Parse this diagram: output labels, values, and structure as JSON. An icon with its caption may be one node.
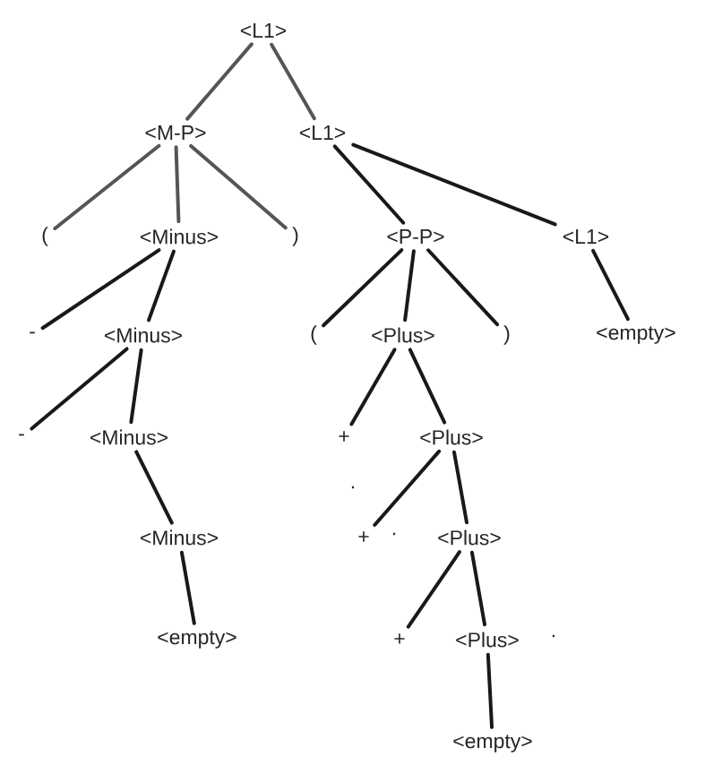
{
  "diagram": {
    "nodes": [
      {
        "text": [
          "<L1>"
        ]
      },
      {
        "text": [
          "<M-P>"
        ]
      },
      {
        "text": [
          "<L1>"
        ]
      },
      {
        "text": [
          "("
        ]
      },
      {
        "text": [
          "<Minus>"
        ]
      },
      {
        "text": [
          ")"
        ]
      },
      {
        "text": [
          "<P-P>"
        ]
      },
      {
        "text": [
          "<L1>"
        ]
      },
      {
        "text": [
          "-"
        ]
      },
      {
        "text": [
          "<Minus>"
        ]
      },
      {
        "text": [
          "("
        ]
      },
      {
        "text": [
          "<Plus>"
        ]
      },
      {
        "text": [
          ")"
        ]
      },
      {
        "text": [
          "<empty>"
        ]
      },
      {
        "text": [
          "-"
        ]
      },
      {
        "text": [
          "<Minus>"
        ]
      },
      {
        "text": [
          "+"
        ]
      },
      {
        "text": [
          "<Plus>"
        ]
      },
      {
        "text": [
          "<Minus>"
        ]
      },
      {
        "text": [
          "+"
        ]
      },
      {
        "text": [
          "<Plus>"
        ]
      },
      {
        "text": [
          "<empty>"
        ]
      },
      {
        "text": [
          "+"
        ]
      },
      {
        "text": [
          "<Plus>"
        ]
      },
      {
        "text": [
          "<empty>"
        ]
      }
    ],
    "edges": [
      {
        "from": 0,
        "to": 1,
        "arrow": "none",
        "color": "#555555"
      },
      {
        "from": 0,
        "to": 2,
        "arrow": "none",
        "color": "#555555"
      },
      {
        "from": 1,
        "to": 3,
        "arrow": "none",
        "color": "#555555"
      },
      {
        "from": 1,
        "to": 4,
        "arrow": "none",
        "color": "#555555"
      },
      {
        "from": 1,
        "to": 5,
        "arrow": "none",
        "color": "#555555"
      },
      {
        "from": 2,
        "to": 6,
        "arrow": "none"
      },
      {
        "from": 2,
        "to": 7,
        "arrow": "none"
      },
      {
        "from": 4,
        "to": 8,
        "arrow": "none"
      },
      {
        "from": 4,
        "to": 9,
        "arrow": "none"
      },
      {
        "from": 6,
        "to": 10,
        "arrow": "none"
      },
      {
        "from": 6,
        "to": 11,
        "arrow": "none"
      },
      {
        "from": 6,
        "to": 12,
        "arrow": "none"
      },
      {
        "from": 7,
        "to": 13,
        "arrow": "none"
      },
      {
        "from": 9,
        "to": 14,
        "arrow": "none"
      },
      {
        "from": 9,
        "to": 15,
        "arrow": "none"
      },
      {
        "from": 11,
        "to": 16,
        "arrow": "none"
      },
      {
        "from": 11,
        "to": 17,
        "arrow": "none"
      },
      {
        "from": 15,
        "to": 18,
        "arrow": "none"
      },
      {
        "from": 17,
        "to": 19,
        "arrow": "none"
      },
      {
        "from": 17,
        "to": 20,
        "arrow": "none"
      },
      {
        "from": 18,
        "to": 21,
        "arrow": "none"
      },
      {
        "from": 20,
        "to": 22,
        "arrow": "none"
      },
      {
        "from": 20,
        "to": 23,
        "arrow": "none"
      },
      {
        "from": 23,
        "to": 24,
        "arrow": "none"
      }
    ],
    "labels": [
      ".",
      ".",
      "."
    ]
  }
}
